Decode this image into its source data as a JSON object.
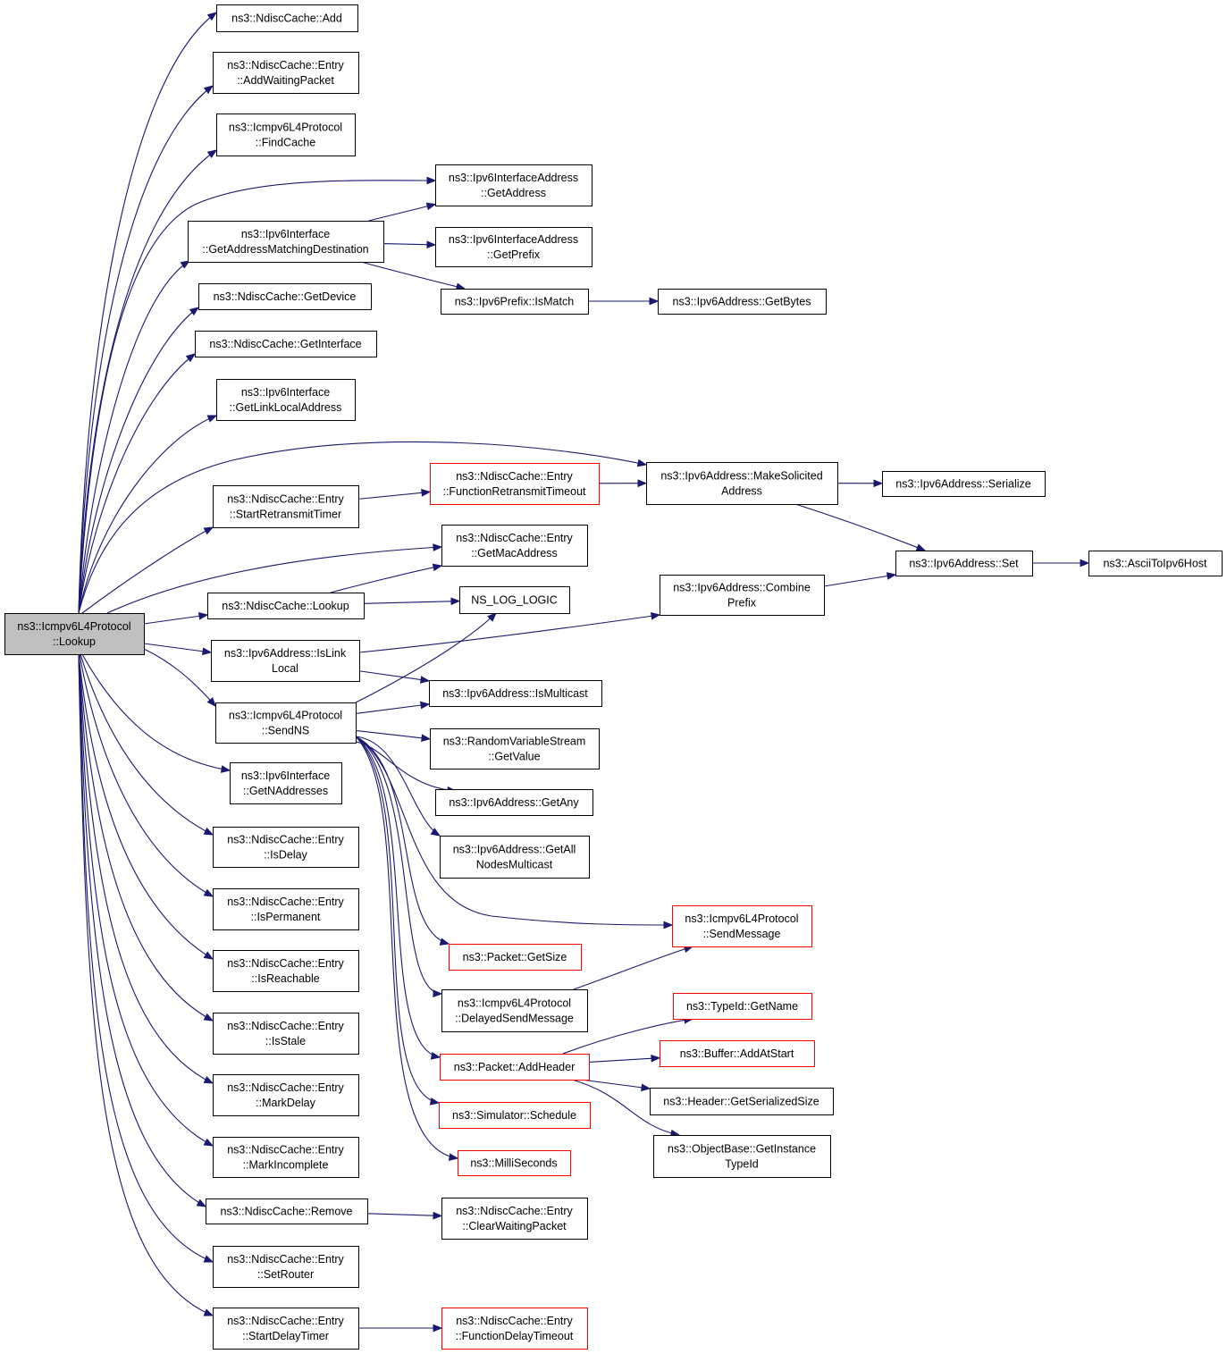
{
  "colors": {
    "edge": "#191970",
    "node_border": "#000000",
    "truncated_border": "#ff0000",
    "root_fill": "#bfbfbf",
    "node_fill": "#ffffff"
  },
  "root": "root",
  "nodes": {
    "root": {
      "lines": [
        "ns3::Icmpv6L4Protocol",
        "::Lookup"
      ],
      "kind": "root"
    },
    "add": {
      "lines": [
        "ns3::NdiscCache::Add"
      ]
    },
    "addwaiting": {
      "lines": [
        "ns3::NdiscCache::Entry",
        "::AddWaitingPacket"
      ]
    },
    "findcache": {
      "lines": [
        "ns3::Icmpv6L4Protocol",
        "::FindCache"
      ]
    },
    "getaddress": {
      "lines": [
        "ns3::Ipv6InterfaceAddress",
        "::GetAddress"
      ]
    },
    "gamd": {
      "lines": [
        "ns3::Ipv6Interface",
        "::GetAddressMatchingDestination"
      ]
    },
    "getprefix": {
      "lines": [
        "ns3::Ipv6InterfaceAddress",
        "::GetPrefix"
      ]
    },
    "ismatch": {
      "lines": [
        "ns3::Ipv6Prefix::IsMatch"
      ]
    },
    "getbytes": {
      "lines": [
        "ns3::Ipv6Address::GetBytes"
      ]
    },
    "getdevice": {
      "lines": [
        "ns3::NdiscCache::GetDevice"
      ]
    },
    "getinterface": {
      "lines": [
        "ns3::NdiscCache::GetInterface"
      ]
    },
    "getlinklocal": {
      "lines": [
        "ns3::Ipv6Interface",
        "::GetLinkLocalAddress"
      ]
    },
    "makesolicited": {
      "lines": [
        "ns3::Ipv6Address::MakeSolicited",
        "Address"
      ]
    },
    "serialize": {
      "lines": [
        "ns3::Ipv6Address::Serialize"
      ]
    },
    "funcretrans": {
      "lines": [
        "ns3::NdiscCache::Entry",
        "::FunctionRetransmitTimeout"
      ],
      "kind": "truncated"
    },
    "startretrans": {
      "lines": [
        "ns3::NdiscCache::Entry",
        "::StartRetransmitTimer"
      ]
    },
    "getmac": {
      "lines": [
        "ns3::NdiscCache::Entry",
        "::GetMacAddress"
      ]
    },
    "ipv6set": {
      "lines": [
        "ns3::Ipv6Address::Set"
      ]
    },
    "asciitoipv6": {
      "lines": [
        "ns3::AsciiToIpv6Host"
      ]
    },
    "ndlookup": {
      "lines": [
        "ns3::NdiscCache::Lookup"
      ]
    },
    "nslog": {
      "lines": [
        "NS_LOG_LOGIC"
      ]
    },
    "combineprefix": {
      "lines": [
        "ns3::Ipv6Address::Combine",
        "Prefix"
      ]
    },
    "islinklocal": {
      "lines": [
        "ns3::Ipv6Address::IsLink",
        "Local"
      ]
    },
    "ismulticast": {
      "lines": [
        "ns3::Ipv6Address::IsMulticast"
      ]
    },
    "sendns": {
      "lines": [
        "ns3::Icmpv6L4Protocol",
        "::SendNS"
      ]
    },
    "getvalue": {
      "lines": [
        "ns3::RandomVariableStream",
        "::GetValue"
      ]
    },
    "getany": {
      "lines": [
        "ns3::Ipv6Address::GetAny"
      ]
    },
    "getnaddr": {
      "lines": [
        "ns3::Ipv6Interface",
        "::GetNAddresses"
      ]
    },
    "getallnodes": {
      "lines": [
        "ns3::Ipv6Address::GetAll",
        "NodesMulticast"
      ]
    },
    "isdelay": {
      "lines": [
        "ns3::NdiscCache::Entry",
        "::IsDelay"
      ]
    },
    "ispermanent": {
      "lines": [
        "ns3::NdiscCache::Entry",
        "::IsPermanent"
      ]
    },
    "sendmessage": {
      "lines": [
        "ns3::Icmpv6L4Protocol",
        "::SendMessage"
      ],
      "kind": "truncated"
    },
    "getsize": {
      "lines": [
        "ns3::Packet::GetSize"
      ],
      "kind": "truncated"
    },
    "isreachable": {
      "lines": [
        "ns3::NdiscCache::Entry",
        "::IsReachable"
      ]
    },
    "delayedsend": {
      "lines": [
        "ns3::Icmpv6L4Protocol",
        "::DelayedSendMessage"
      ]
    },
    "isstale": {
      "lines": [
        "ns3::NdiscCache::Entry",
        "::IsStale"
      ]
    },
    "typeidname": {
      "lines": [
        "ns3::TypeId::GetName"
      ],
      "kind": "truncated"
    },
    "addatstart": {
      "lines": [
        "ns3::Buffer::AddAtStart"
      ],
      "kind": "truncated"
    },
    "addheader": {
      "lines": [
        "ns3::Packet::AddHeader"
      ],
      "kind": "truncated"
    },
    "markdelay": {
      "lines": [
        "ns3::NdiscCache::Entry",
        "::MarkDelay"
      ]
    },
    "serializedsize": {
      "lines": [
        "ns3::Header::GetSerializedSize"
      ]
    },
    "schedule": {
      "lines": [
        "ns3::Simulator::Schedule"
      ],
      "kind": "truncated"
    },
    "getinstance": {
      "lines": [
        "ns3::ObjectBase::GetInstance",
        "TypeId"
      ]
    },
    "markincomplete": {
      "lines": [
        "ns3::NdiscCache::Entry",
        "::MarkIncomplete"
      ]
    },
    "milliseconds": {
      "lines": [
        "ns3::MilliSeconds"
      ],
      "kind": "truncated"
    },
    "remove": {
      "lines": [
        "ns3::NdiscCache::Remove"
      ]
    },
    "clearwaiting": {
      "lines": [
        "ns3::NdiscCache::Entry",
        "::ClearWaitingPacket"
      ]
    },
    "setrouter": {
      "lines": [
        "ns3::NdiscCache::Entry",
        "::SetRouter"
      ]
    },
    "startdelay": {
      "lines": [
        "ns3::NdiscCache::Entry",
        "::StartDelayTimer"
      ]
    },
    "funcdelay": {
      "lines": [
        "ns3::NdiscCache::Entry",
        "::FunctionDelayTimeout"
      ],
      "kind": "truncated"
    }
  },
  "edges": [
    [
      "root",
      "add"
    ],
    [
      "root",
      "addwaiting"
    ],
    [
      "root",
      "findcache"
    ],
    [
      "root",
      "getaddress"
    ],
    [
      "root",
      "gamd"
    ],
    [
      "root",
      "getdevice"
    ],
    [
      "root",
      "getinterface"
    ],
    [
      "root",
      "getlinklocal"
    ],
    [
      "root",
      "makesolicited"
    ],
    [
      "root",
      "startretrans"
    ],
    [
      "root",
      "getmac"
    ],
    [
      "root",
      "ndlookup"
    ],
    [
      "root",
      "islinklocal"
    ],
    [
      "root",
      "sendns"
    ],
    [
      "root",
      "getnaddr"
    ],
    [
      "root",
      "isdelay"
    ],
    [
      "root",
      "ispermanent"
    ],
    [
      "root",
      "isreachable"
    ],
    [
      "root",
      "isstale"
    ],
    [
      "root",
      "markdelay"
    ],
    [
      "root",
      "markincomplete"
    ],
    [
      "root",
      "remove"
    ],
    [
      "root",
      "setrouter"
    ],
    [
      "root",
      "startdelay"
    ],
    [
      "gamd",
      "getaddress"
    ],
    [
      "gamd",
      "getprefix"
    ],
    [
      "gamd",
      "ismatch"
    ],
    [
      "ismatch",
      "getbytes"
    ],
    [
      "startretrans",
      "funcretrans"
    ],
    [
      "funcretrans",
      "makesolicited"
    ],
    [
      "makesolicited",
      "serialize"
    ],
    [
      "makesolicited",
      "ipv6set"
    ],
    [
      "ipv6set",
      "asciitoipv6"
    ],
    [
      "ndlookup",
      "getmac"
    ],
    [
      "ndlookup",
      "nslog"
    ],
    [
      "combineprefix",
      "ipv6set"
    ],
    [
      "islinklocal",
      "combineprefix"
    ],
    [
      "islinklocal",
      "ismulticast"
    ],
    [
      "sendns",
      "nslog"
    ],
    [
      "sendns",
      "ismulticast"
    ],
    [
      "sendns",
      "getvalue"
    ],
    [
      "sendns",
      "getany"
    ],
    [
      "sendns",
      "getallnodes"
    ],
    [
      "sendns",
      "sendmessage"
    ],
    [
      "sendns",
      "getsize"
    ],
    [
      "sendns",
      "delayedsend"
    ],
    [
      "sendns",
      "addheader"
    ],
    [
      "sendns",
      "schedule"
    ],
    [
      "sendns",
      "milliseconds"
    ],
    [
      "delayedsend",
      "sendmessage"
    ],
    [
      "addheader",
      "typeidname"
    ],
    [
      "addheader",
      "addatstart"
    ],
    [
      "addheader",
      "serializedsize"
    ],
    [
      "addheader",
      "getinstance"
    ],
    [
      "remove",
      "clearwaiting"
    ],
    [
      "startdelay",
      "funcdelay"
    ]
  ]
}
